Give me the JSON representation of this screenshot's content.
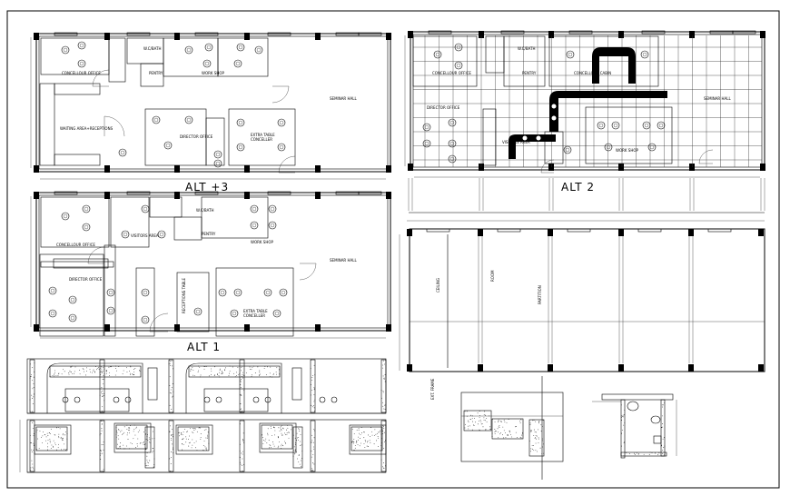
{
  "drawing_titles": {
    "alt3": "ALT +3",
    "alt1": "ALT 1",
    "alt2": "ALT 2"
  },
  "alt3_rooms": {
    "counsellor_office": "CONCELLOUR OFFICE",
    "wc_bath": "W.C/BATH",
    "pantry": "PENTRY",
    "work_shop": "WORK SHOP",
    "seminar_hall": "SEMINAR HALL",
    "waiting_area": "WAITING AREA+RECEPTIONS",
    "director_office": "DIRECTOR OFFICE",
    "extra_table": "EXTRA TABLE",
    "counseller": "CONCELLER"
  },
  "alt1_rooms": {
    "counsellor_office": "CONCELLOUR OFFICE",
    "visitors_area": "VISITORS AREA",
    "wc_bath": "W.C/BATH",
    "pantry": "PENTRY",
    "work_shop": "WORK SHOP",
    "seminar_hall": "SEMINAR HALL",
    "director_office": "DIRECTOR OFFICE",
    "reception_table": "RECEPTIONS TABLE",
    "extra_table": "EXTRA TABLE",
    "counseller": "CONCELLER"
  },
  "alt2_rooms": {
    "counsellor_office": "CONCELLOUR OFFICE",
    "wc_bath": "W.C/BATH",
    "pantry": "PENTRY",
    "counsellor_cabin": "CONCELLOUR CABIN",
    "seminar_hall": "SEMINAR HALL",
    "director_office": "DIRECTOR OFFICE",
    "visitors_area": "VISITORS AREA",
    "work_shop": "WORK SHOP"
  },
  "ceiling_plan": {
    "ceiling": "CEILING",
    "room": "ROOM",
    "partition": "PARTITION",
    "ext_frame": "EXT. FRAME"
  }
}
